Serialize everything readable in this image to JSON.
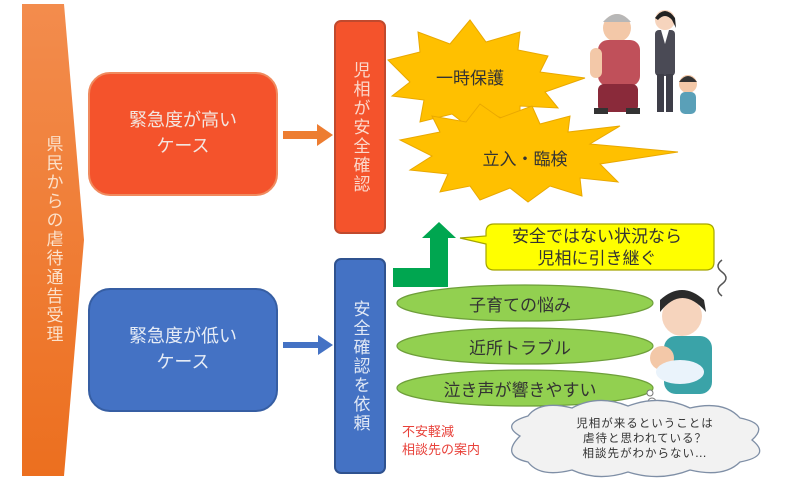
{
  "intake": {
    "label": "県民からの虐待通告受理",
    "color": "#f08238"
  },
  "cases": {
    "high": {
      "label": "緊急度が高い\nケース",
      "color": "#f4532c"
    },
    "low": {
      "label": "緊急度が低い\nケース",
      "color": "#4472c4"
    }
  },
  "stages": {
    "jisou_check": {
      "label": "児相が安全確認",
      "color": "#f4532c"
    },
    "request_check": {
      "label": "安全確認を依頼",
      "color": "#4472c4"
    }
  },
  "actions": {
    "temporary_protection": "一時保護",
    "onsite_inspection": "立入・臨検"
  },
  "escalation_note": {
    "label": "安全ではない状況なら\n児相に引き継ぐ",
    "color": "#ffff00"
  },
  "concerns": [
    {
      "label": "子育ての悩み"
    },
    {
      "label": "近所トラブル"
    },
    {
      "label": "泣き声が響きやすい"
    }
  ],
  "support_note": {
    "label": "不安軽減\n相談先の案内",
    "color": "#e8413a"
  },
  "thought_bubble": {
    "label": "児相が来るということは\n虐待と思われている？\n相談先がわからない…"
  },
  "colors": {
    "arrow_high": "#ed7d31",
    "arrow_low": "#4472c4",
    "arrow_up": "#00a650",
    "burst": "#ffc000",
    "oval": "#92d050"
  },
  "illustrations": {
    "intervention": "caseworker-protecting-child-from-adult-illustration",
    "parent": "worried-mother-holding-crying-baby-illustration"
  }
}
